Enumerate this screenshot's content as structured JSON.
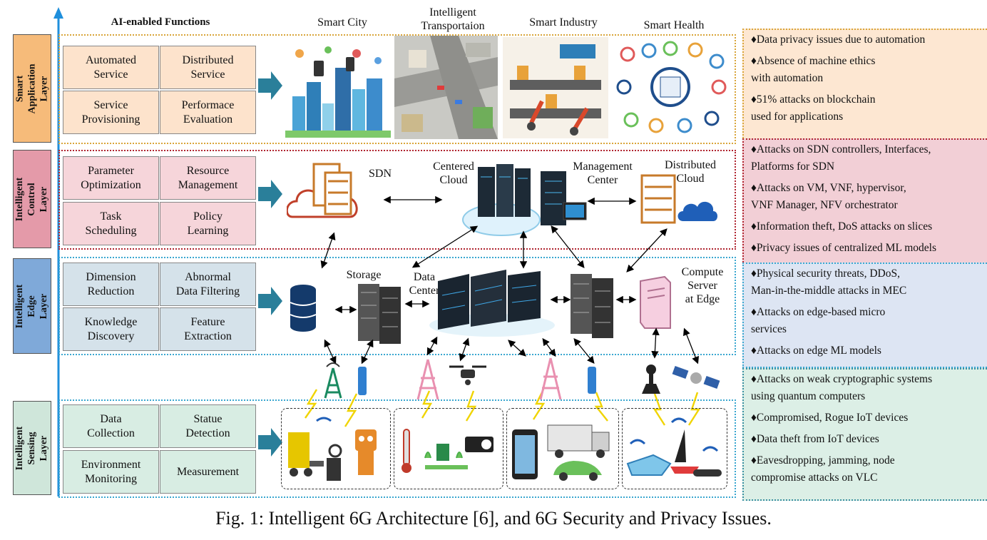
{
  "header": {
    "functions_title": "AI-enabled Functions",
    "apps": [
      "Smart City",
      "Intelligent\nTransportaion",
      "Smart Industry",
      "Smart Health"
    ]
  },
  "layers": [
    {
      "name": "Smart\nApplication Layer",
      "color": "#f6bb7a",
      "functions": [
        "Automated\nService",
        "Distributed\nService",
        "Service\nProvisioning",
        "Performace\nEvaluation"
      ],
      "box_color": "#fde3cc",
      "border": "#d9a53a"
    },
    {
      "name": "Intelligent\nControl Layer",
      "color": "#e49aa9",
      "functions": [
        "Parameter\nOptimization",
        "Resource\nManagement",
        "Task\nScheduling",
        "Policy\nLearning"
      ],
      "box_color": "#f6d5da",
      "border": "#b02530"
    },
    {
      "name": "Intelligent Edge\nLayer",
      "color": "#7fa9d9",
      "functions": [
        "Dimension\nReduction",
        "Abnormal\nData Filtering",
        "Knowledge\nDiscovery",
        "Feature\nExtraction"
      ],
      "box_color": "#d5e2ea",
      "border": "#3aa7d0"
    },
    {
      "name": "Intelligent\nSensing Layer",
      "color": "#cfe6da",
      "functions": [
        "Data\nCollection",
        "Statue\nDetection",
        "Environment\nMonitoring",
        "Measurement"
      ],
      "box_color": "#d8ede3",
      "border": "#3aa7d0"
    }
  ],
  "control_labels": {
    "sdn": "SDN",
    "centered_cloud": "Centered\nCloud",
    "management_center": "Management\nCenter",
    "distributed_cloud": "Distributed\nCloud"
  },
  "edge_labels": {
    "storage": "Storage",
    "data_center": "Data\nCenter",
    "compute_server": "Compute\nServer\nat Edge"
  },
  "issues": [
    {
      "bg": "#fde7d2",
      "border": "#d9a53a",
      "items": [
        "♦Data privacy issues due to automation",
        "♦Absence of machine ethics\n  with automation",
        "♦51% attacks on blockchain\n   used for applications"
      ]
    },
    {
      "bg": "#f2cfd6",
      "border": "#b02530",
      "items": [
        "♦Attacks on SDN controllers, Interfaces,\n  Platforms for SDN",
        "♦Attacks on VM, VNF, hypervisor,\n  VNF Manager, NFV orchestrator",
        "♦Information theft, DoS attacks on slices",
        "♦Privacy issues of centralized ML models"
      ]
    },
    {
      "bg": "#dde5f3",
      "border": "#3aa7d0",
      "items": [
        "♦Physical security threats, DDoS,\n  Man-in-the-middle attacks in MEC",
        "♦Attacks on edge-based micro\n  services",
        "♦Attacks on edge ML models"
      ]
    },
    {
      "bg": "#dcefe6",
      "border": "#3a8fa0",
      "items": [
        "♦Attacks on weak cryptographic systems\n  using quantum computers",
        "♦Compromised, Rogue IoT devices",
        "♦Data theft from IoT devices",
        "♦Eavesdropping, jamming, node\n  compromise attacks on VLC"
      ]
    }
  ],
  "caption": "Fig. 1: Intelligent 6G Architecture [6], and 6G Security and Privacy Issues."
}
